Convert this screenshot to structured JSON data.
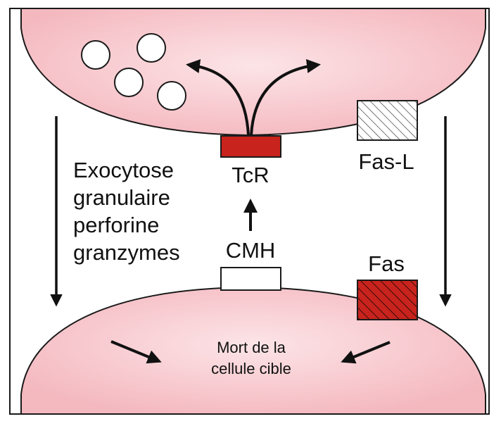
{
  "labels": {
    "exocytose_line1": "Exocytose",
    "exocytose_line2": "granulaire",
    "exocytose_line3": "perforine",
    "exocytose_line4": "granzymes",
    "tcr": "TcR",
    "cmh": "CMH",
    "fas_l": "Fas-L",
    "fas": "Fas",
    "death_line1": "Mort de la",
    "death_line2": "cellule cible"
  },
  "colors": {
    "cell_fill": "#f4b8bf",
    "cell_fill_light": "#fce4e7",
    "receptor_red": "#c8231d",
    "frame": "#1a1a1a",
    "arrow": "#111111"
  },
  "icons": {
    "granule": "circle-outline",
    "fas_l": "hatched-rectangle",
    "fas": "hatched-red-rectangle"
  }
}
